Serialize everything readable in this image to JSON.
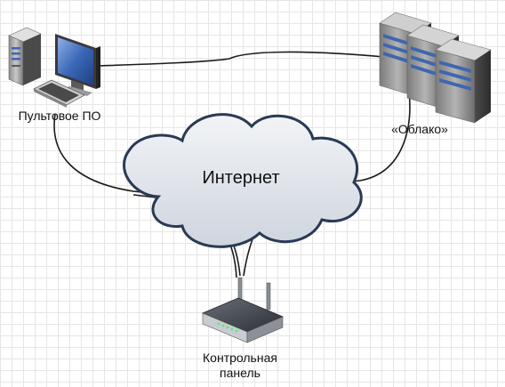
{
  "labels": {
    "operator_pc": "Пультовое ПО",
    "cloud": "«Облако»",
    "internet": "Интернет",
    "control_panel_line1": "Контрольная",
    "control_panel_line2": "панель"
  },
  "icons": {
    "operator_pc": "desktop-computer-icon",
    "cloud_servers": "server-rack-icon",
    "internet": "cloud-shape-icon",
    "control_panel": "router-icon"
  },
  "colors": {
    "grid": "#e6e6e6",
    "cloud_fill": "#e4e7ec",
    "cloud_stroke": "#2a3a55",
    "link_line": "#1a1a1a",
    "monitor_screen": "#2f5aa8",
    "server_stripe": "#3f66b0",
    "router_body": "#2e3136"
  }
}
